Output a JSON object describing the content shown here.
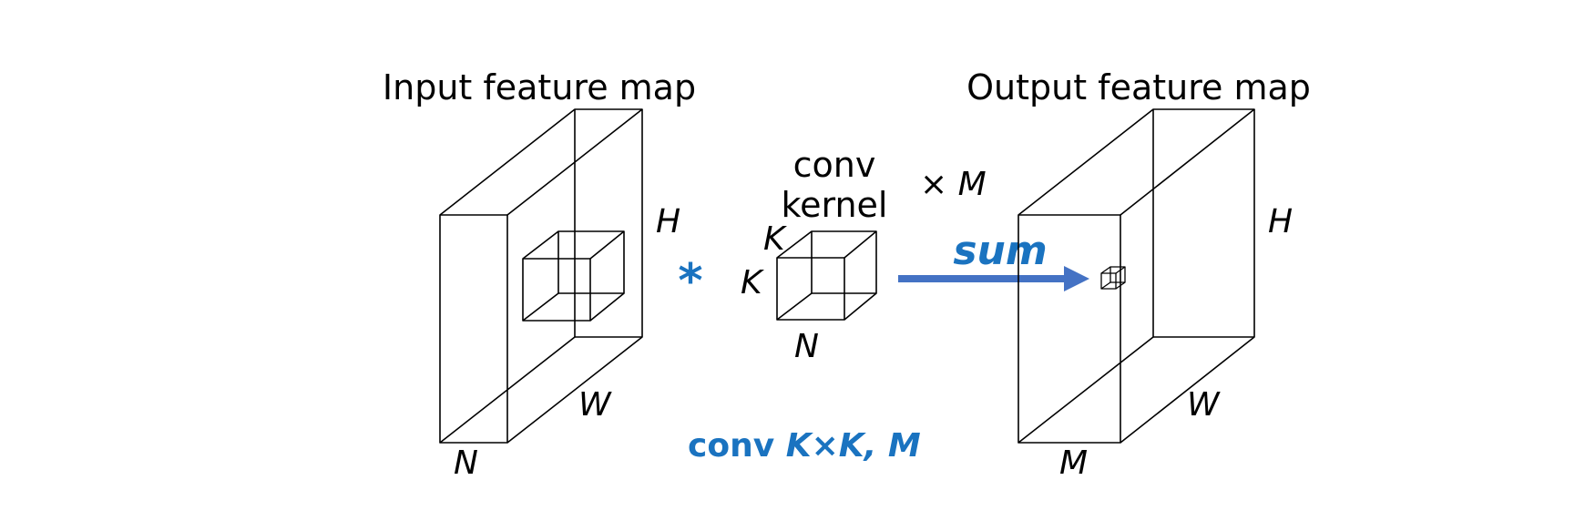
{
  "colors": {
    "accent": "#1a73c0",
    "arrow": "#4472c4",
    "line": "#000000"
  },
  "input": {
    "title": "Input feature map",
    "h": "H",
    "w": "W",
    "n": "N"
  },
  "operator": "*",
  "kernel": {
    "title_line1": "conv",
    "title_line2": "kernel",
    "k_top": "K",
    "k_side": "K",
    "n": "N",
    "times_m": "× M"
  },
  "arrow_label": "sum",
  "output": {
    "title": "Output feature map",
    "h": "H",
    "w": "W",
    "m": "M"
  },
  "caption": {
    "prefix": "conv ",
    "spec": "K×K, M"
  }
}
